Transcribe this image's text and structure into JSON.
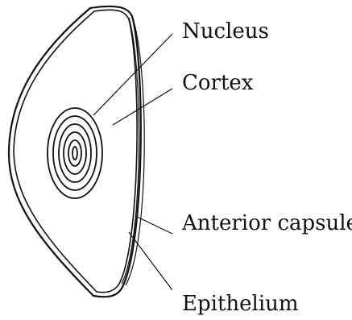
{
  "labels": {
    "nucleus": "Nucleus",
    "cortex": "Cortex",
    "anterior_capsule": "Anterior capsule",
    "epithelium": "Epithelium"
  },
  "colors": {
    "line": "#111111",
    "background": "#ffffff"
  }
}
